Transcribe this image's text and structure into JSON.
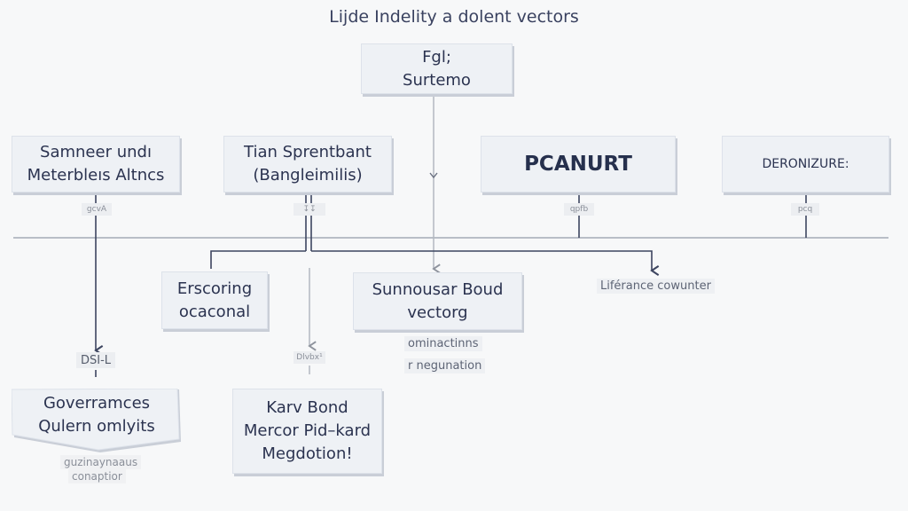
{
  "title": "Lijde Indelity a dolent vectors",
  "colors": {
    "background": "#f7f8f9",
    "node_fill": "#eef1f5",
    "node_text": "#2b3350",
    "line_dark": "#3d4560",
    "line_light": "#b8bdc6"
  },
  "nodes": {
    "top": {
      "lines": [
        "Fgl;",
        "Surtemo"
      ]
    },
    "samneer": {
      "lines": [
        "Samneer undı",
        "Meterbleıs Altncs"
      ]
    },
    "tian": {
      "lines": [
        "Tian Sprentbant",
        "(Bangleimilis)"
      ]
    },
    "pcanurt": {
      "lines": [
        "PCANURT"
      ]
    },
    "deronizure": {
      "lines": [
        "DERONIZURE:"
      ]
    },
    "erscoring": {
      "lines": [
        "Erscoring",
        "ocaconal"
      ]
    },
    "sunnousar": {
      "lines": [
        "Sunnousar Boud",
        "vectorg"
      ]
    },
    "governances": {
      "lines": [
        "Goverramces",
        "Qulern omlyits"
      ]
    },
    "karv": {
      "lines": [
        "Karv Bond",
        "Mercor Pid–kard",
        "Megdotion!"
      ]
    }
  },
  "tags": {
    "samneer_tag": "gcvA",
    "tian_tag": "↧↧",
    "pcanurt_tag": "qpfb",
    "deronizure_tag": "pcq",
    "dsil": "DSI-L",
    "middle_tag": "Dlvbx¹"
  },
  "notes": {
    "liferance": "Liférance cowunter",
    "ominactions": "ominactinns",
    "negotiation": "r negunation",
    "guzinay": "guzinaynaaus",
    "conaptior": "conaptior"
  }
}
